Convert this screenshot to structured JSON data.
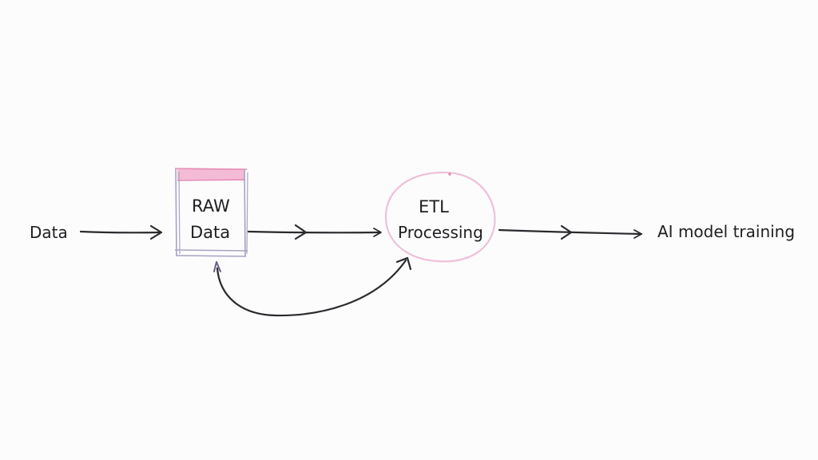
{
  "diagram": {
    "source_label": "Data",
    "raw_box": {
      "line1": "RAW",
      "line2": "Data"
    },
    "etl_node": {
      "line1": "ETL",
      "line2": "Processing"
    },
    "target_label": "AI model training"
  },
  "colors": {
    "ink": "#2a2a2e",
    "box_outline": "#a9a3c2",
    "box_header": "#f2a6c9",
    "circle_outline": "#f0bfd9"
  }
}
